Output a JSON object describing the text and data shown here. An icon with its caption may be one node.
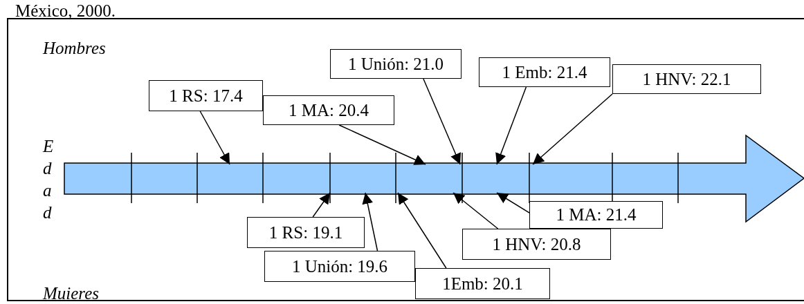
{
  "diagram": {
    "nodes": [
      {
        "text": [],
        "shape": "arrow"
      },
      {
        "text": [
          "1 Unión: 21.0"
        ]
      },
      {
        "text": [
          "1 Emb: 21.4"
        ]
      },
      {
        "text": [
          "1 HNV: 22.1"
        ]
      },
      {
        "text": [
          "1 RS: 17.4"
        ]
      },
      {
        "text": [
          "1 MA: 20.4"
        ]
      },
      {
        "text": [
          "1 MA: 21.4"
        ]
      },
      {
        "text": [
          "1 RS: 19.1"
        ]
      },
      {
        "text": [
          "1 HNV: 20.8"
        ]
      },
      {
        "text": [
          "1 Unión: 19.6"
        ]
      },
      {
        "text": [
          "1Emb: 20.1"
        ]
      }
    ],
    "edges": [
      {
        "from": 1,
        "to": 0,
        "arrow": "to"
      },
      {
        "from": 2,
        "to": 0,
        "arrow": "to"
      },
      {
        "from": 3,
        "to": 0,
        "arrow": "to"
      },
      {
        "from": 4,
        "to": 0,
        "arrow": "to"
      },
      {
        "from": 5,
        "to": 0,
        "arrow": "to"
      },
      {
        "from": 6,
        "to": 0,
        "arrow": "to"
      },
      {
        "from": 7,
        "to": 0,
        "arrow": "to"
      },
      {
        "from": 8,
        "to": 0,
        "arrow": "to"
      },
      {
        "from": 9,
        "to": 0,
        "arrow": "to"
      },
      {
        "from": 10,
        "to": 0,
        "arrow": "to"
      }
    ],
    "labels": [
      "México, 2000.",
      "Hombres",
      "Edad",
      "Muieres"
    ]
  }
}
